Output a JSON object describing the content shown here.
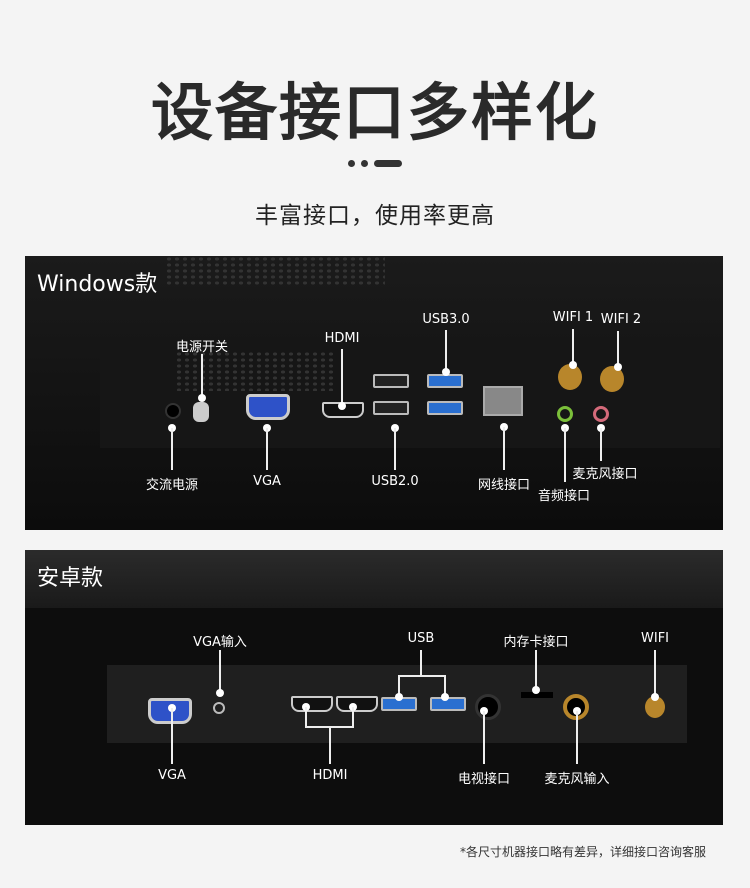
{
  "header": {
    "title": "设备接口多样化",
    "subtitle": "丰富接口，使用率更高"
  },
  "windows": {
    "title": "Windows款",
    "labels": {
      "power_switch": "电源开关",
      "hdmi": "HDMI",
      "usb3": "USB3.0",
      "wifi1": "WIFI 1",
      "wifi2": "WIFI 2",
      "ac_power": "交流电源",
      "vga": "VGA",
      "usb2": "USB2.0",
      "lan": "网线接口",
      "mic": "麦克风接口",
      "audio": "音频接口"
    }
  },
  "android": {
    "title": "安卓款",
    "labels": {
      "vga_in": "VGA输入",
      "usb": "USB",
      "card": "内存卡接口",
      "wifi": "WIFI",
      "vga": "VGA",
      "hdmi": "HDMI",
      "tv": "电视接口",
      "mic_in": "麦克风输入"
    }
  },
  "footnote": "*各尺寸机器接口略有差异，详细接口咨询客服",
  "colors": {
    "usb3_port": "#2a6fd0",
    "vga_port": "#2e52c8",
    "panel_bg": "#111111",
    "page_bg": "#f4f4f4"
  }
}
